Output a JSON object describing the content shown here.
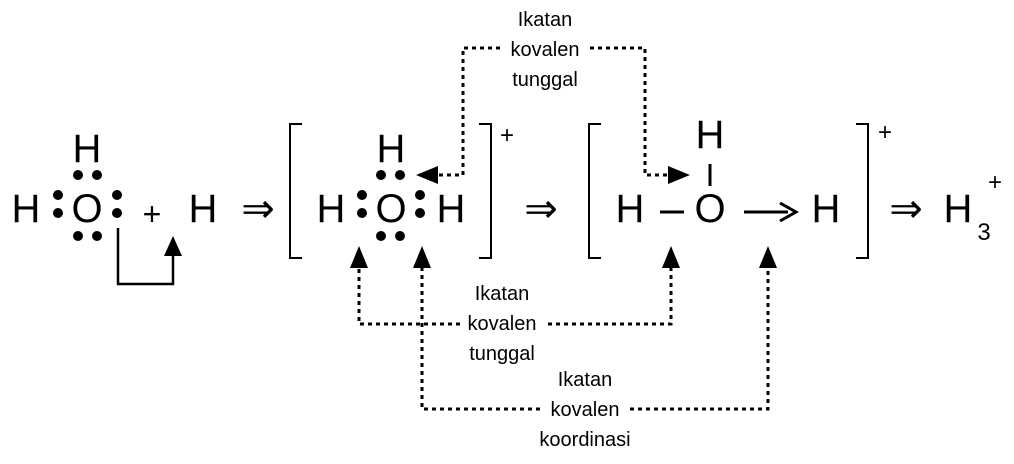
{
  "reactant": {
    "water": {
      "h_top": "H",
      "h_left": "H",
      "o": "O"
    },
    "plus": "+",
    "proton": "H"
  },
  "arrows": {
    "implies": "⇒",
    "coordinate": "→",
    "bond": "–"
  },
  "intermediate": {
    "h_top": "H",
    "h_left": "H",
    "o": "O",
    "h_right": "H",
    "charge": "+"
  },
  "structural": {
    "h_top": "H",
    "bond_vertical": "|",
    "h_left": "H",
    "o": "O",
    "h_right": "H",
    "charge": "+"
  },
  "product": {
    "formula": "H",
    "subscript": "3",
    "charge": "+"
  },
  "labels": {
    "top": [
      "Ikatan",
      "kovalen",
      "tunggal"
    ],
    "middle": [
      "Ikatan",
      "kovalen",
      "tunggal"
    ],
    "bottom": [
      "Ikatan",
      "kovalen",
      "koordinasi"
    ]
  }
}
